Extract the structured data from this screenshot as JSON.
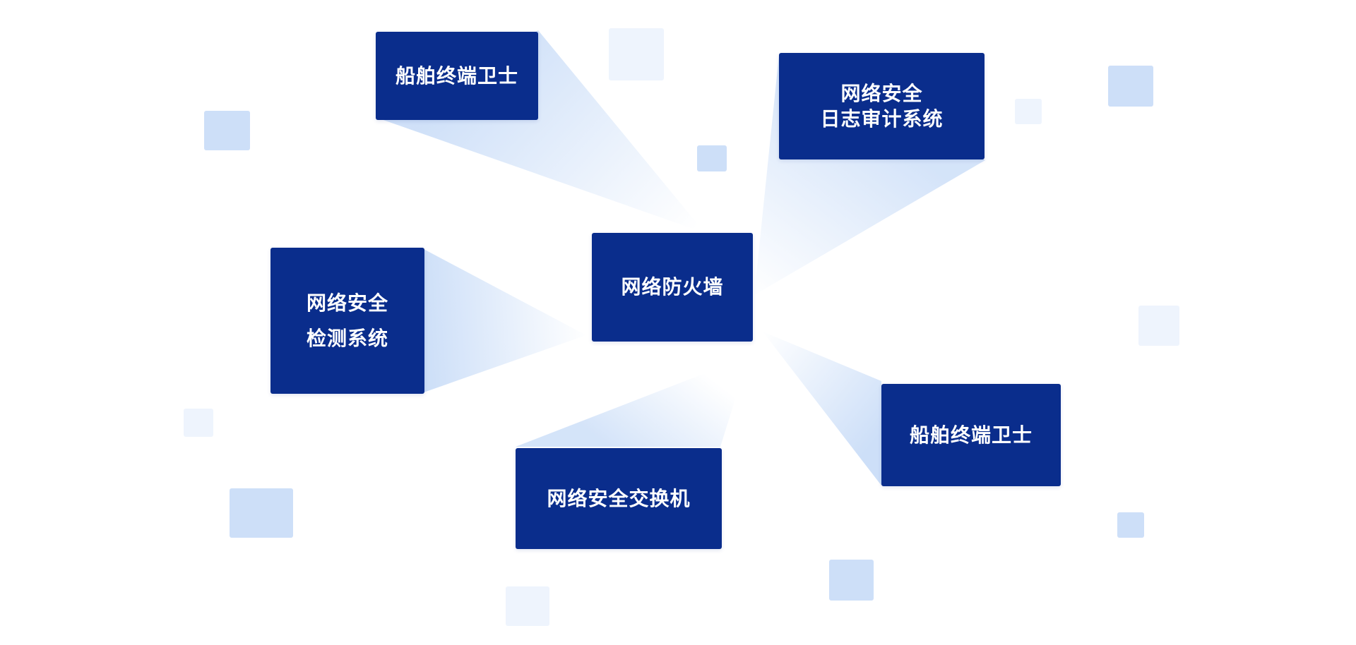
{
  "diagram": {
    "center": {
      "lines": [
        "网络防火墙"
      ]
    },
    "nodes": [
      {
        "key": "top_left",
        "lines": [
          "船舶终端卫士"
        ]
      },
      {
        "key": "top_right",
        "lines": [
          "网络安全",
          "日志审计系统"
        ]
      },
      {
        "key": "left",
        "lines": [
          "网络安全",
          "检测系统"
        ]
      },
      {
        "key": "bottom",
        "lines": [
          "网络安全交换机"
        ]
      },
      {
        "key": "bottom_right",
        "lines": [
          "船舶终端卫士"
        ]
      }
    ],
    "colors": {
      "node_fill": "#0a2d8c",
      "node_text": "#ffffff",
      "beam": "#cddff8",
      "decor_light": "#cddff8",
      "decor_pale": "#eef4fd",
      "background": "#ffffff"
    }
  }
}
